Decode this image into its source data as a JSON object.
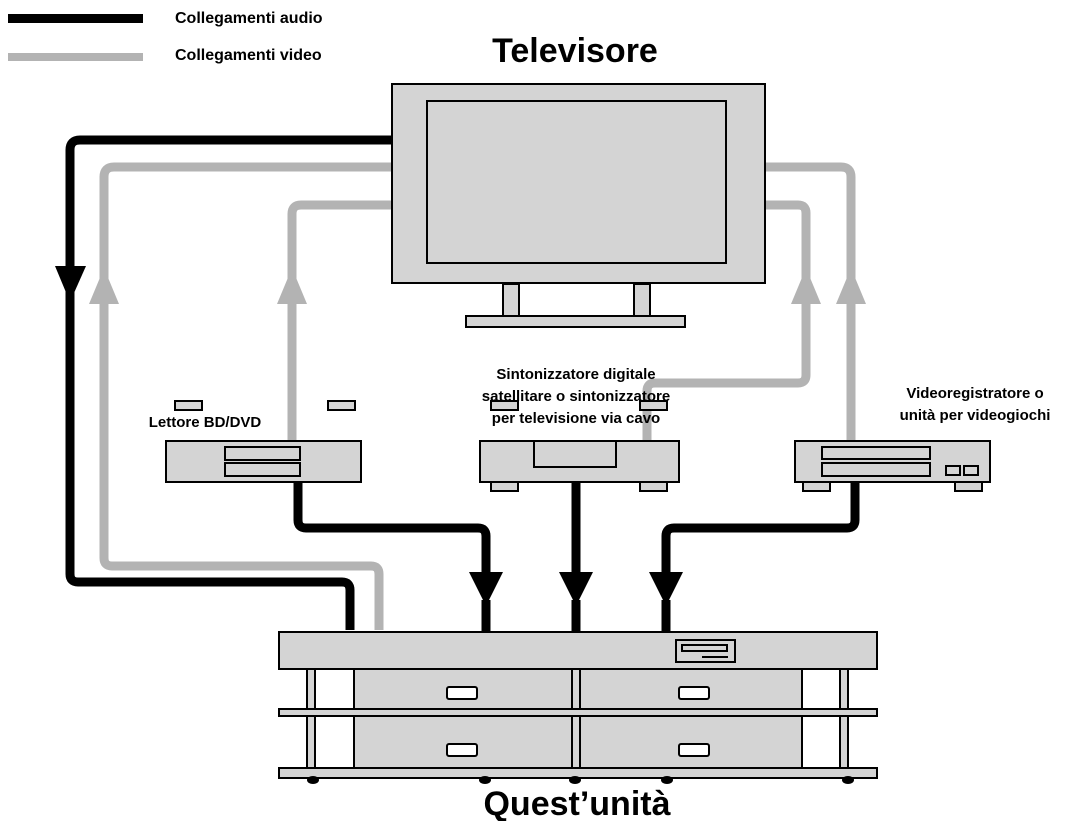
{
  "legend": {
    "audio_label": "Collegamenti audio",
    "video_label": "Collegamenti video"
  },
  "tv": {
    "label": "Televisore"
  },
  "devices": {
    "bd_dvd": {
      "label": "Lettore BD/DVD"
    },
    "tuner": {
      "line1": "Sintonizzatore digitale",
      "line2": "satellitare o sintonizzatore",
      "line3": "per televisione via cavo"
    },
    "vcr": {
      "line1": "Videoregistratore o",
      "line2": "unità per videogiochi"
    }
  },
  "unit": {
    "label": "Quest’unità"
  },
  "colors": {
    "audio": "#000000",
    "video": "#b3b3b3",
    "equipment_fill": "#d4d4d4",
    "outline": "#000000"
  },
  "icons": [
    "television-icon",
    "bd-dvd-player-icon",
    "tuner-box-icon",
    "vcr-icon",
    "av-receiver-rack-icon",
    "arrow-down-icon",
    "arrow-up-icon"
  ]
}
